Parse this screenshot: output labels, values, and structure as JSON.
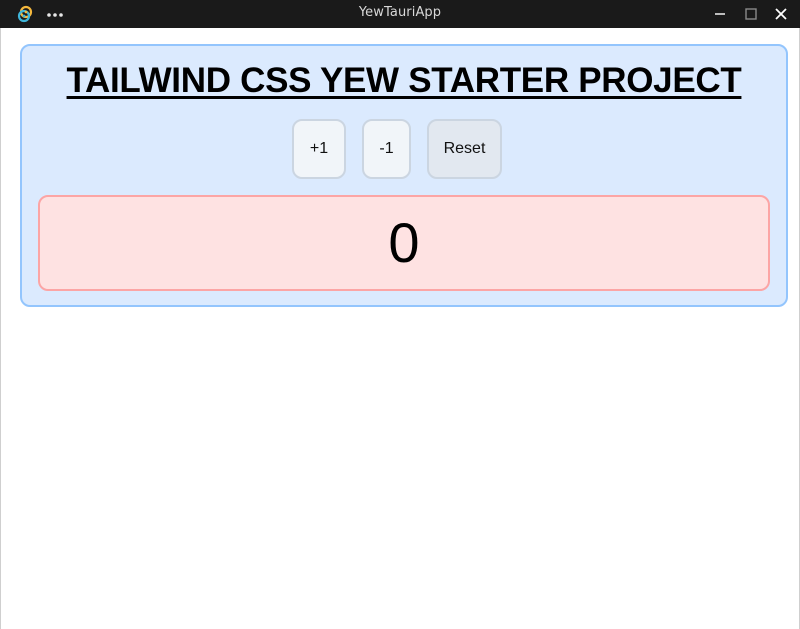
{
  "window": {
    "title": "YewTauriApp",
    "icons": [
      "tauri-app-icon",
      "more-options-icon",
      "minimize-icon",
      "maximize-icon",
      "close-icon"
    ]
  },
  "main": {
    "title": "TAILWIND CSS YEW STARTER PROJECT",
    "buttons": {
      "increment_label": "+1",
      "decrement_label": "-1",
      "reset_label": "Reset"
    },
    "counter_value": "0"
  },
  "colors": {
    "titlebar": "#1a1a1a",
    "card_background": "#dbeafe",
    "card_border": "#93c5fd",
    "counter_background": "#fee2e2",
    "counter_border": "#fca5a5",
    "button_background": "#f1f5f9",
    "reset_background": "#e2e8f0",
    "app_icon_accent": "#f5b83d",
    "app_icon_secondary": "#3fb5d9"
  }
}
